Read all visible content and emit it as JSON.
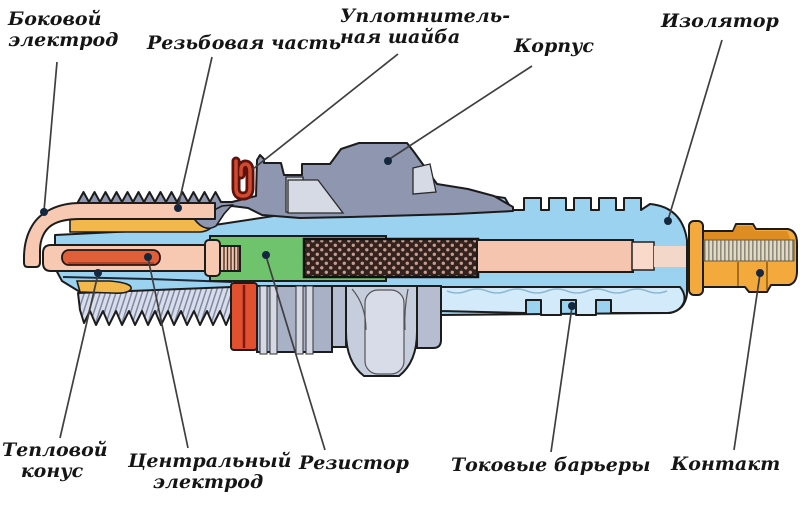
{
  "diagram": {
    "subject": "spark-plug-cross-section",
    "labels": [
      {
        "id": "side-electrode",
        "text": "Боковой",
        "text2": "электрод"
      },
      {
        "id": "threaded-part",
        "text": "Резьбовая часть"
      },
      {
        "id": "sealing-washer",
        "text": "Уплотнитель-",
        "text2": "ная шайба"
      },
      {
        "id": "body",
        "text": "Корпус"
      },
      {
        "id": "insulator",
        "text": "Изолятор"
      },
      {
        "id": "heat-cone",
        "text": "Тепловой",
        "text2": "конус"
      },
      {
        "id": "central-electrode",
        "text": "Центральный",
        "text2": "электрод"
      },
      {
        "id": "resistor",
        "text": "Резистор"
      },
      {
        "id": "current-barriers",
        "text": "Токовые барьеры"
      },
      {
        "id": "contact",
        "text": "Контакт"
      }
    ],
    "palette": {
      "metal_slate": "#8e96b0",
      "metal_light": "#d6dae5",
      "insulator_blue": "#9bd2f0",
      "insulator_light_blue": "#d2eaf9",
      "inner_seal_yellow": "#f2b84b",
      "electrode_pink": "#f7c9b2",
      "central_electrode_red": "#df5f38",
      "washer_dark_red": "#5f120c",
      "resistor_green": "#6fc36c",
      "contact_orange": "#f4a93c",
      "outline": "#1c1c1c"
    }
  }
}
